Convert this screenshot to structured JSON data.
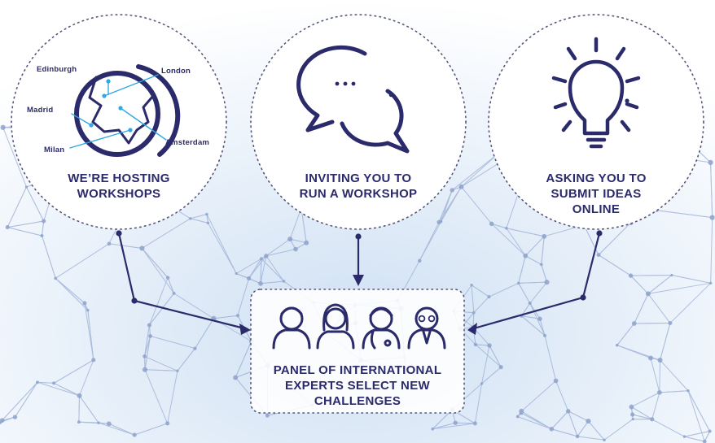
{
  "colors": {
    "navy": "#2b2a6b",
    "accent": "#2fa9e1",
    "network": "#9fb2d6"
  },
  "circles": [
    {
      "label_line1": "We’re hosting",
      "label_line2": "workshops",
      "label_line3": "",
      "icon": "globe-icon"
    },
    {
      "label_line1": "Inviting you to",
      "label_line2": "run a workshop",
      "label_line3": "",
      "icon": "speech-bubbles-icon"
    },
    {
      "label_line1": "Asking you to",
      "label_line2": "submit ideas",
      "label_line3": "online",
      "icon": "lightbulb-icon"
    }
  ],
  "cities": {
    "edinburgh": "Edinburgh",
    "london": "London",
    "madrid": "Madrid",
    "amsterdam": "Amsterdam",
    "milan": "Milan"
  },
  "panel": {
    "line1": "Panel of international",
    "line2": "experts select new",
    "line3": "challenges",
    "icons": [
      "person-icon",
      "woman-icon",
      "doctor-icon",
      "scientist-icon"
    ]
  }
}
